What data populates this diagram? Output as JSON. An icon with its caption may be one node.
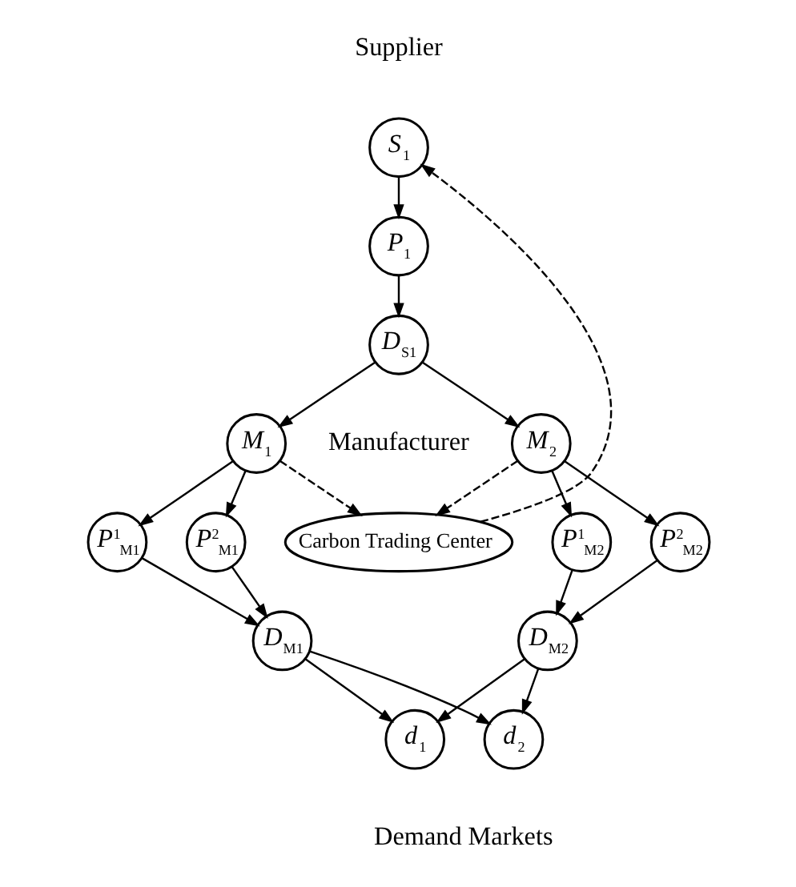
{
  "diagram": {
    "nodes": [
      {
        "text": [
          "*S*$_{1}$"
        ]
      },
      {
        "text": [
          "*P*$_{1}$"
        ]
      },
      {
        "text": [
          "*D*$_{S1}$"
        ]
      },
      {
        "text": [
          "*M*$_{1}$"
        ]
      },
      {
        "text": [
          "*M*$_{2}$"
        ]
      },
      {
        "text": [
          "*P*$^{1}$$_{M1}$"
        ]
      },
      {
        "text": [
          "*P*$^{2}$$_{M1}$"
        ]
      },
      {
        "text": [
          "Carbon Trading Center"
        ]
      },
      {
        "text": [
          "*P*$^{1}$$_{M2}$"
        ]
      },
      {
        "text": [
          "*P*$^{2}$$_{M2}$"
        ]
      },
      {
        "text": [
          "*D*$_{M1}$"
        ]
      },
      {
        "text": [
          "*D*$_{M2}$"
        ]
      },
      {
        "text": [
          "*d*$_{1}$"
        ]
      },
      {
        "text": [
          "*d*$_{2}$"
        ]
      }
    ],
    "edges": [
      {
        "from": 0,
        "to": 1,
        "arrow": "to"
      },
      {
        "from": 1,
        "to": 2,
        "arrow": "to"
      },
      {
        "from": 2,
        "to": 3,
        "arrow": "to"
      },
      {
        "from": 2,
        "to": 4,
        "arrow": "to"
      },
      {
        "from": 3,
        "to": 5,
        "arrow": "to"
      },
      {
        "from": 3,
        "to": 6,
        "arrow": "to"
      },
      {
        "from": 4,
        "to": 8,
        "arrow": "to"
      },
      {
        "from": 4,
        "to": 9,
        "arrow": "to"
      },
      {
        "from": 5,
        "to": 10,
        "arrow": "to"
      },
      {
        "from": 6,
        "to": 10,
        "arrow": "to"
      },
      {
        "from": 8,
        "to": 11,
        "arrow": "to"
      },
      {
        "from": 9,
        "to": 11,
        "arrow": "to"
      },
      {
        "from": 10,
        "to": 12,
        "arrow": "to"
      },
      {
        "from": 10,
        "to": 13,
        "arrow": "to"
      },
      {
        "from": 11,
        "to": 12,
        "arrow": "to"
      },
      {
        "from": 11,
        "to": 13,
        "arrow": "to"
      },
      {
        "from": 3,
        "to": 7,
        "arrow": "to",
        "style": "dashed"
      },
      {
        "from": 4,
        "to": 7,
        "arrow": "to",
        "style": "dashed"
      },
      {
        "from": 7,
        "to": 0,
        "arrow": "to",
        "style": "dashed"
      }
    ],
    "labels": [
      "Supplier",
      "Manufacturer",
      "Demand Markets"
    ]
  }
}
